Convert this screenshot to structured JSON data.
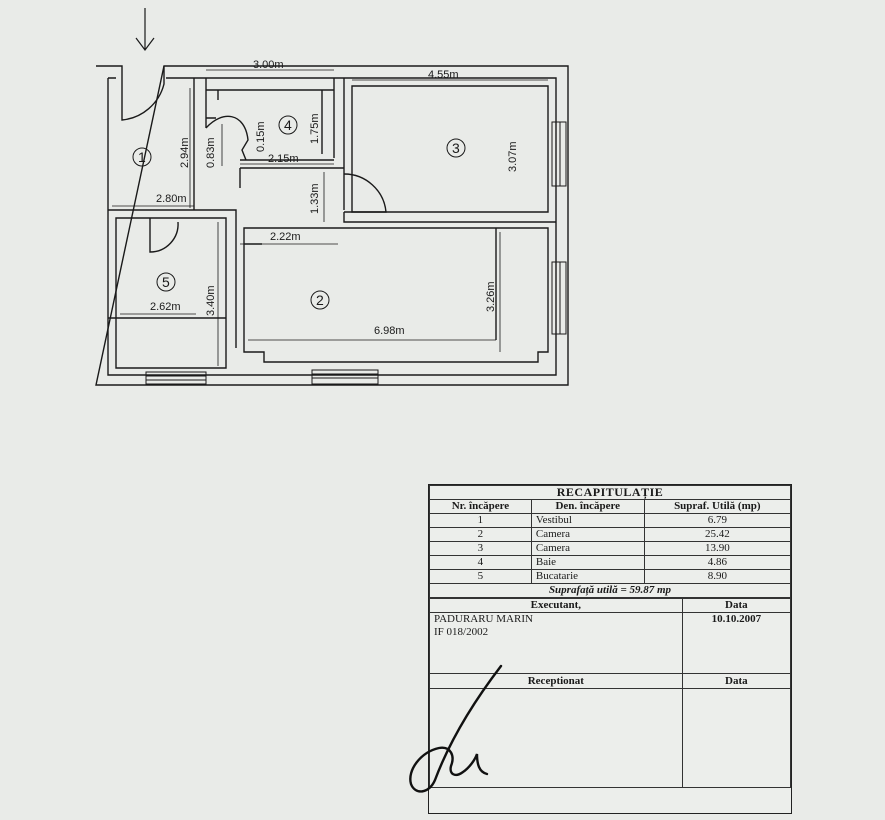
{
  "plan": {
    "dimensions": [
      "3.00m",
      "4.55m",
      "2.94m",
      "0.83m",
      "0.15m",
      "1.75m",
      "3.07m",
      "2.15m",
      "1.33m",
      "2.80m",
      "2.22m",
      "2.62m",
      "3.40m",
      "3.26m",
      "6.98m"
    ],
    "rooms": [
      "1",
      "2",
      "3",
      "4",
      "5"
    ]
  },
  "recap": {
    "title": "RECAPITULAȚIE",
    "headers": [
      "Nr. încăpere",
      "Den. încăpere",
      "Supraf. Utilă (mp)"
    ],
    "rows": [
      [
        "1",
        "Vestibul",
        "6.79"
      ],
      [
        "2",
        "Camera",
        "25.42"
      ],
      [
        "3",
        "Camera",
        "13.90"
      ],
      [
        "4",
        "Baie",
        "4.86"
      ],
      [
        "5",
        "Bucatarie",
        "8.90"
      ]
    ],
    "total": "Suprafață utilă = 59.87 mp",
    "executant_label": "Executant,",
    "date_label": "Data",
    "executant_name": "PADURARU MARIN",
    "executant_id": "IF 018/2002",
    "executant_date": "10.10.2007",
    "receptionat_label": "Receptionat",
    "date_label_2": "Data"
  }
}
